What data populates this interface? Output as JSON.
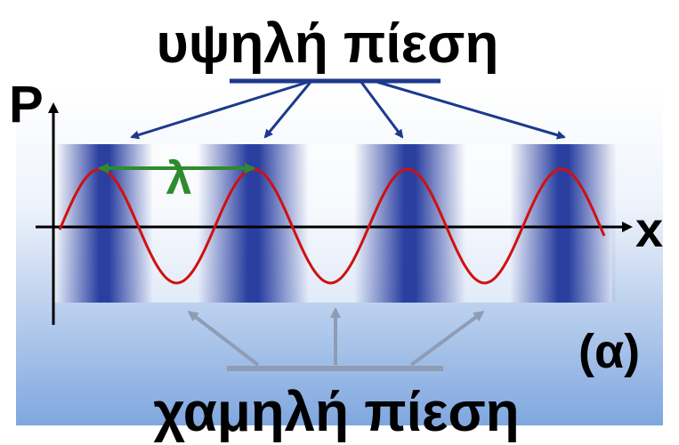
{
  "labels": {
    "high_pressure": "υψηλή πίεση",
    "low_pressure": "χαμηλή πίεση",
    "axis_y": "P",
    "axis_x": "x",
    "wavelength": "λ",
    "panel": "(α)"
  },
  "colors": {
    "background_top": "#ffffff",
    "background_bottom": "#7fa7df",
    "compression_band": "#2a3fa0",
    "wave": "#d01010",
    "wavelength_arrow": "#2e8b2e",
    "high_pressure_arrows": "#1c3a8c",
    "low_pressure_arrows": "#8e9cb4",
    "axis": "#000000"
  }
}
